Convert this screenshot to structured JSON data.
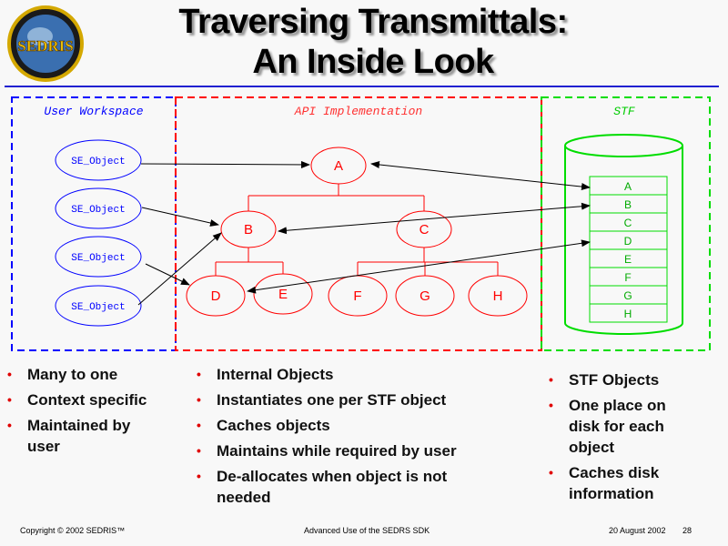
{
  "title_line1": "Traversing Transmittals:",
  "title_line2": "An Inside Look",
  "logo_text": "SEDRIS",
  "regions": {
    "user": "User Workspace",
    "api": "API Implementation",
    "stf": "STF"
  },
  "se_objects": [
    "SE_Object",
    "SE_Object",
    "SE_Object",
    "SE_Object"
  ],
  "api_nodes": [
    "A",
    "B",
    "C",
    "D",
    "E",
    "F",
    "G",
    "H"
  ],
  "stf_rows": [
    "A",
    "B",
    "C",
    "D",
    "E",
    "F",
    "G",
    "H"
  ],
  "bullets": {
    "user": [
      "Many to one",
      "Context specific",
      "Maintained by user"
    ],
    "api": [
      "Internal Objects",
      "Instantiates one per STF object",
      "Caches objects",
      "Maintains while required by user",
      "De-allocates when object is not needed"
    ],
    "stf": [
      "STF Objects",
      "One place on disk for each object",
      "Caches disk information"
    ]
  },
  "footer": {
    "copyright": "Copyright © 2002 SEDRIS™",
    "course": "Advanced Use of the SEDRS SDK",
    "date": "20 August 2002",
    "page": "28"
  },
  "colors": {
    "blue": "#0000ff",
    "red": "#ff0000",
    "green": "#00dd00"
  }
}
